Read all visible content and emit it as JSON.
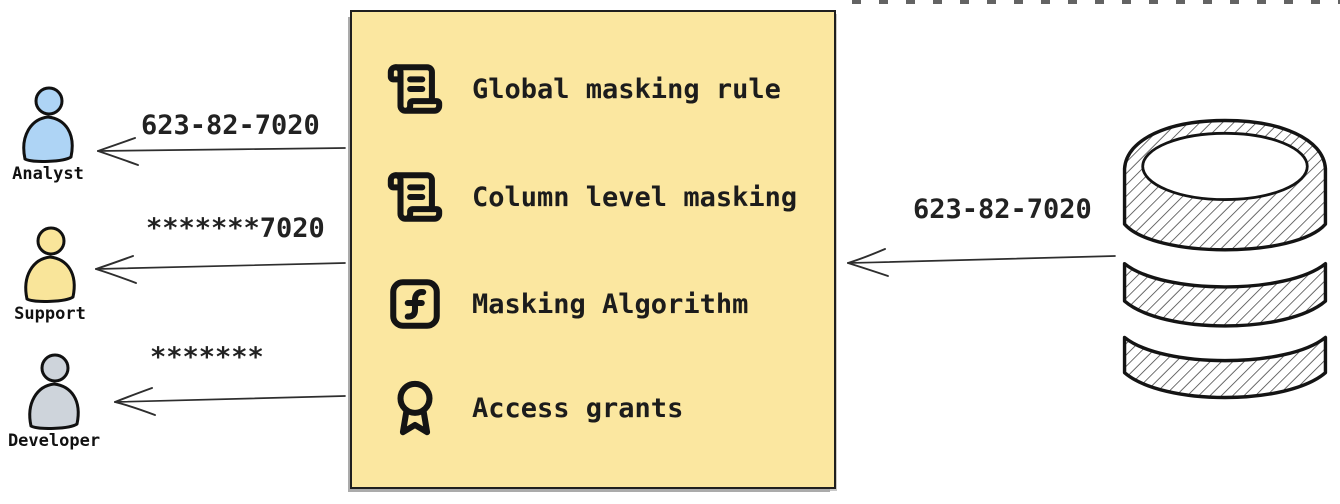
{
  "diagram": {
    "title_hint": "data masking flow",
    "personas": [
      {
        "name": "Analyst",
        "received_value": "623-82-7020",
        "fill_color": "#aed4f5"
      },
      {
        "name": "Support",
        "received_value": "*******7020",
        "fill_color": "#f9e59a"
      },
      {
        "name": "Developer",
        "received_value": "*******",
        "fill_color": "#ced4db"
      }
    ],
    "masking_box": {
      "background_color": "#fbe7a0",
      "border_color": "#1f1f1f",
      "items": [
        {
          "icon": "scroll-text-icon",
          "label": "Global masking rule"
        },
        {
          "icon": "scroll-text-icon",
          "label": "Column level masking"
        },
        {
          "icon": "function-square-icon",
          "label": "Masking Algorithm"
        },
        {
          "icon": "award-icon",
          "label": "Access grants"
        }
      ]
    },
    "database": {
      "icon": "database-icon",
      "outgoing_value": "623-82-7020"
    }
  }
}
